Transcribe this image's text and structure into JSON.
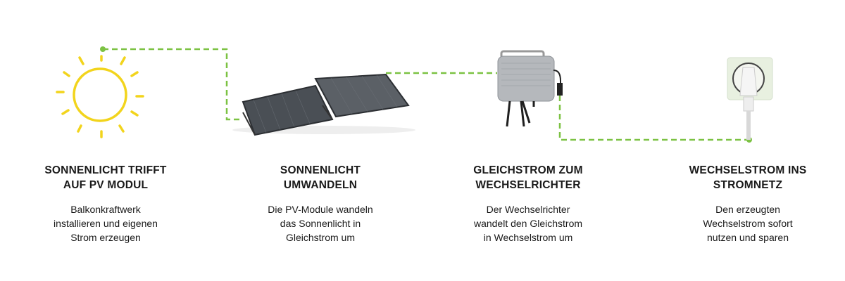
{
  "colors": {
    "sun": "#f2d41c",
    "connector": "#7cc243",
    "text": "#1a1a1a"
  },
  "steps": [
    {
      "icon": "sun-icon",
      "title_1": "SONNENLICHT TRIFFT",
      "title_2": "AUF PV MODUL",
      "text_1": "Balkonkraftwerk",
      "text_2": "installieren und eigenen",
      "text_3": "Strom erzeugen"
    },
    {
      "icon": "solar-panel-icon",
      "title_1": "SONNENLICHT",
      "title_2": "UMWANDELN",
      "text_1": "Die PV-Module wandeln",
      "text_2": "das Sonnenlicht in",
      "text_3": "Gleichstrom um"
    },
    {
      "icon": "inverter-icon",
      "title_1": "GLEICHSTROM ZUM",
      "title_2": "WECHSELRICHTER",
      "text_1": "Der Wechselrichter",
      "text_2": "wandelt den Gleichstrom",
      "text_3": "in Wechselstrom um"
    },
    {
      "icon": "power-socket-icon",
      "title_1": "WECHSELSTROM INS",
      "title_2": "STROMNETZ",
      "text_1": "Den erzeugten",
      "text_2": "Wechselstrom sofort",
      "text_3": "nutzen und sparen"
    }
  ]
}
